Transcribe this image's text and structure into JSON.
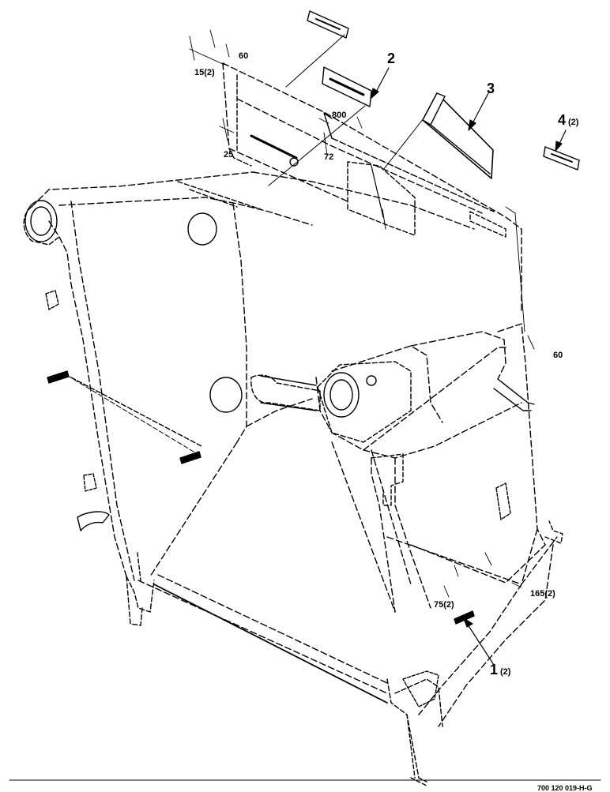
{
  "callouts": [
    {
      "num": "1",
      "qty": "(2)"
    },
    {
      "num": "2",
      "qty": ""
    },
    {
      "num": "3",
      "qty": ""
    },
    {
      "num": "4",
      "qty": "(2)"
    }
  ],
  "dimensions": {
    "d60_top": "60",
    "d15": "15(2)",
    "d800": "800",
    "d25": "25",
    "d72": "72",
    "d60_right": "60",
    "d75": "75(2)",
    "d165": "165(2)"
  },
  "drawing_number": "700 120 019-H-G",
  "colors": {
    "ink": "#000000",
    "paper": "#ffffff"
  }
}
